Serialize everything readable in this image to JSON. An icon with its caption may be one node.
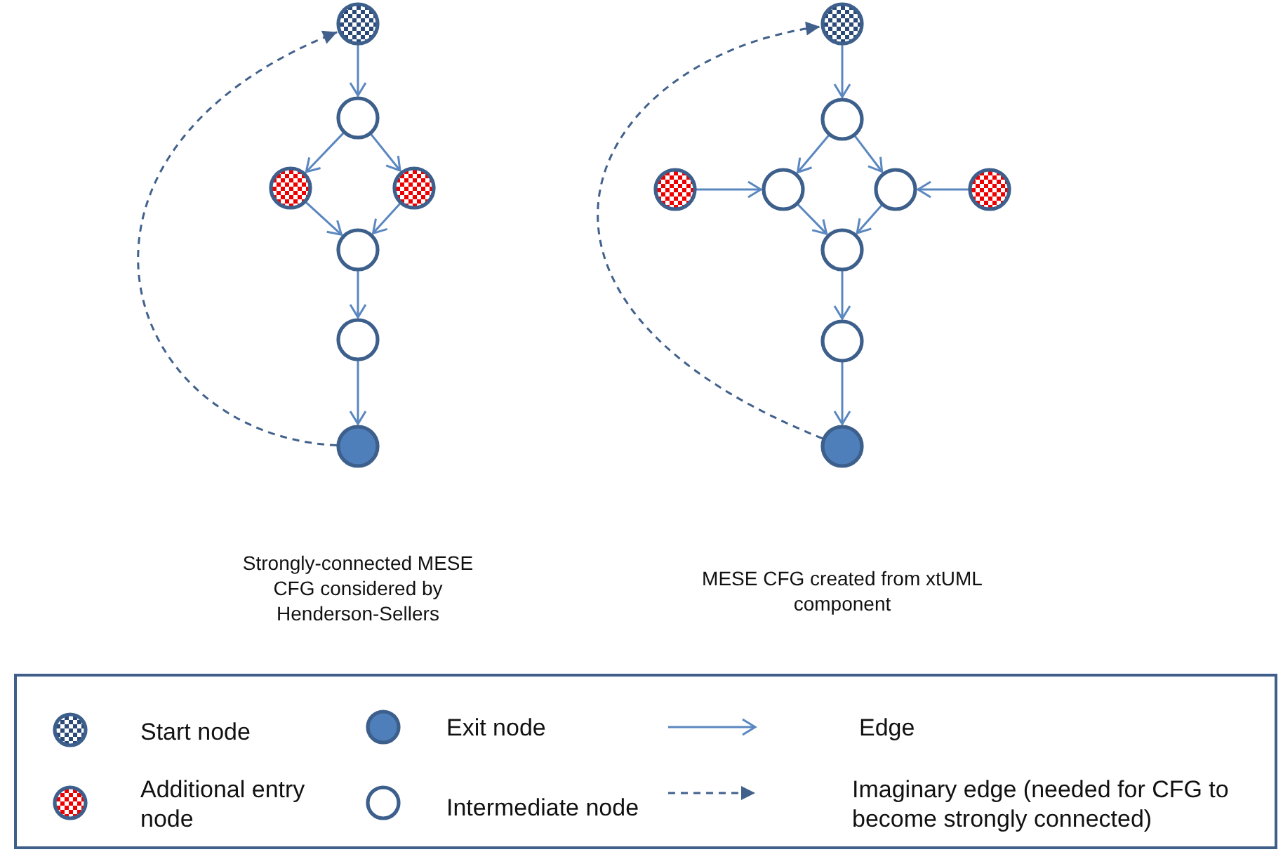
{
  "diagram": {
    "nodes": [
      {
        "text": [],
        "shape": "circle"
      },
      {
        "text": [],
        "shape": "circle"
      },
      {
        "text": [],
        "shape": "circle"
      },
      {
        "text": [],
        "shape": "circle"
      },
      {
        "text": [],
        "shape": "circle"
      },
      {
        "text": [],
        "shape": "circle"
      },
      {
        "text": [],
        "shape": "circle"
      },
      {
        "text": [],
        "shape": "circle"
      },
      {
        "text": [],
        "shape": "circle"
      },
      {
        "text": [],
        "shape": "circle"
      },
      {
        "text": [],
        "shape": "circle"
      },
      {
        "text": [],
        "shape": "circle"
      },
      {
        "text": [],
        "shape": "circle"
      },
      {
        "text": [],
        "shape": "circle"
      },
      {
        "text": [],
        "shape": "circle"
      },
      {
        "text": [],
        "shape": "circle"
      }
    ],
    "edges": [
      {
        "from": 0,
        "to": 1,
        "arrow": "to"
      },
      {
        "from": 1,
        "to": 2,
        "arrow": "to"
      },
      {
        "from": 1,
        "to": 3,
        "arrow": "to"
      },
      {
        "from": 2,
        "to": 4,
        "arrow": "to"
      },
      {
        "from": 3,
        "to": 4,
        "arrow": "to"
      },
      {
        "from": 4,
        "to": 5,
        "arrow": "to"
      },
      {
        "from": 5,
        "to": 6,
        "arrow": "to"
      },
      {
        "from": 6,
        "to": 0,
        "arrow": "to",
        "style": "dashed",
        "color": "#41618c"
      },
      {
        "from": 7,
        "to": 8,
        "arrow": "to"
      },
      {
        "from": 8,
        "to": 10,
        "arrow": "to"
      },
      {
        "from": 8,
        "to": 11,
        "arrow": "to"
      },
      {
        "from": 9,
        "to": 10,
        "arrow": "to"
      },
      {
        "from": 12,
        "to": 11,
        "arrow": "to"
      },
      {
        "from": 10,
        "to": 13,
        "arrow": "to"
      },
      {
        "from": 11,
        "to": 13,
        "arrow": "to"
      },
      {
        "from": 13,
        "to": 14,
        "arrow": "to"
      },
      {
        "from": 14,
        "to": 15,
        "arrow": "to"
      },
      {
        "from": 15,
        "to": 7,
        "arrow": "to",
        "style": "dashed",
        "color": "#41618c"
      }
    ],
    "labels": [
      "Strongly-connected MESE CFG considered by Henderson-Sellers",
      "MESE CFG created from xtUML component"
    ],
    "legend": [
      {
        "text": "Start node"
      },
      {
        "text": "Exit node"
      },
      {
        "text": "Edge"
      },
      {
        "text": "Additional entry node"
      },
      {
        "text": "Intermediate node"
      },
      {
        "text": "Imaginary edge (needed for CFG to become strongly connected)"
      }
    ]
  }
}
